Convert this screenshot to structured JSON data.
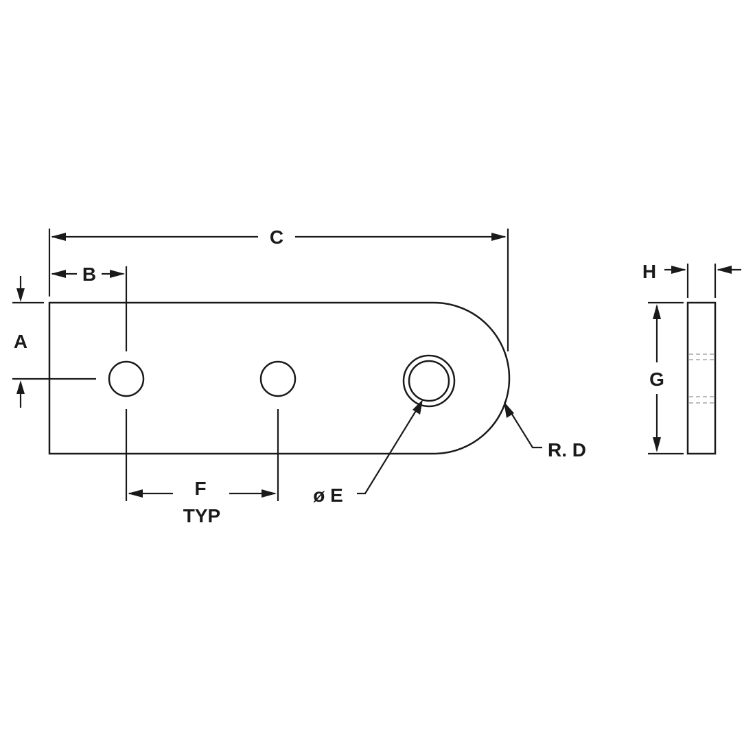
{
  "labels": {
    "a": "A",
    "b": "B",
    "c": "C",
    "d": "R. D",
    "e": "ø E",
    "f": "F",
    "typ": "TYP",
    "g": "G",
    "h": "H"
  },
  "colors": {
    "line": "#1a1a1a",
    "hidden": "#bdbdbd",
    "background": "#ffffff"
  }
}
